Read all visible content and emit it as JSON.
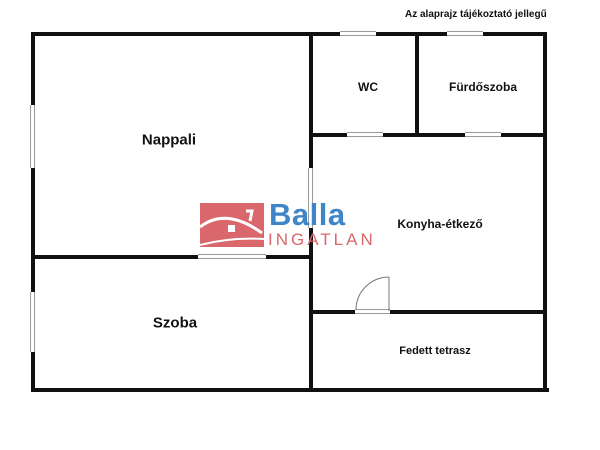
{
  "note": "Az alaprajz tájékoztató jellegű",
  "rooms": {
    "nappali": "Nappali",
    "szoba": "Szoba",
    "wc": "WC",
    "furdoszoba": "Fürdőszoba",
    "konyha": "Konyha-étkező",
    "terasz": "Fedett tetrasz"
  },
  "logo": {
    "icon": "house-roof-icon",
    "word": "Balla",
    "sub": "INGATLAN",
    "colors": {
      "red": "#d9676b",
      "blue": "#3f86c8"
    }
  },
  "colors": {
    "wall": "#111111",
    "window": "#9a9a9a",
    "background": "#ffffff"
  }
}
